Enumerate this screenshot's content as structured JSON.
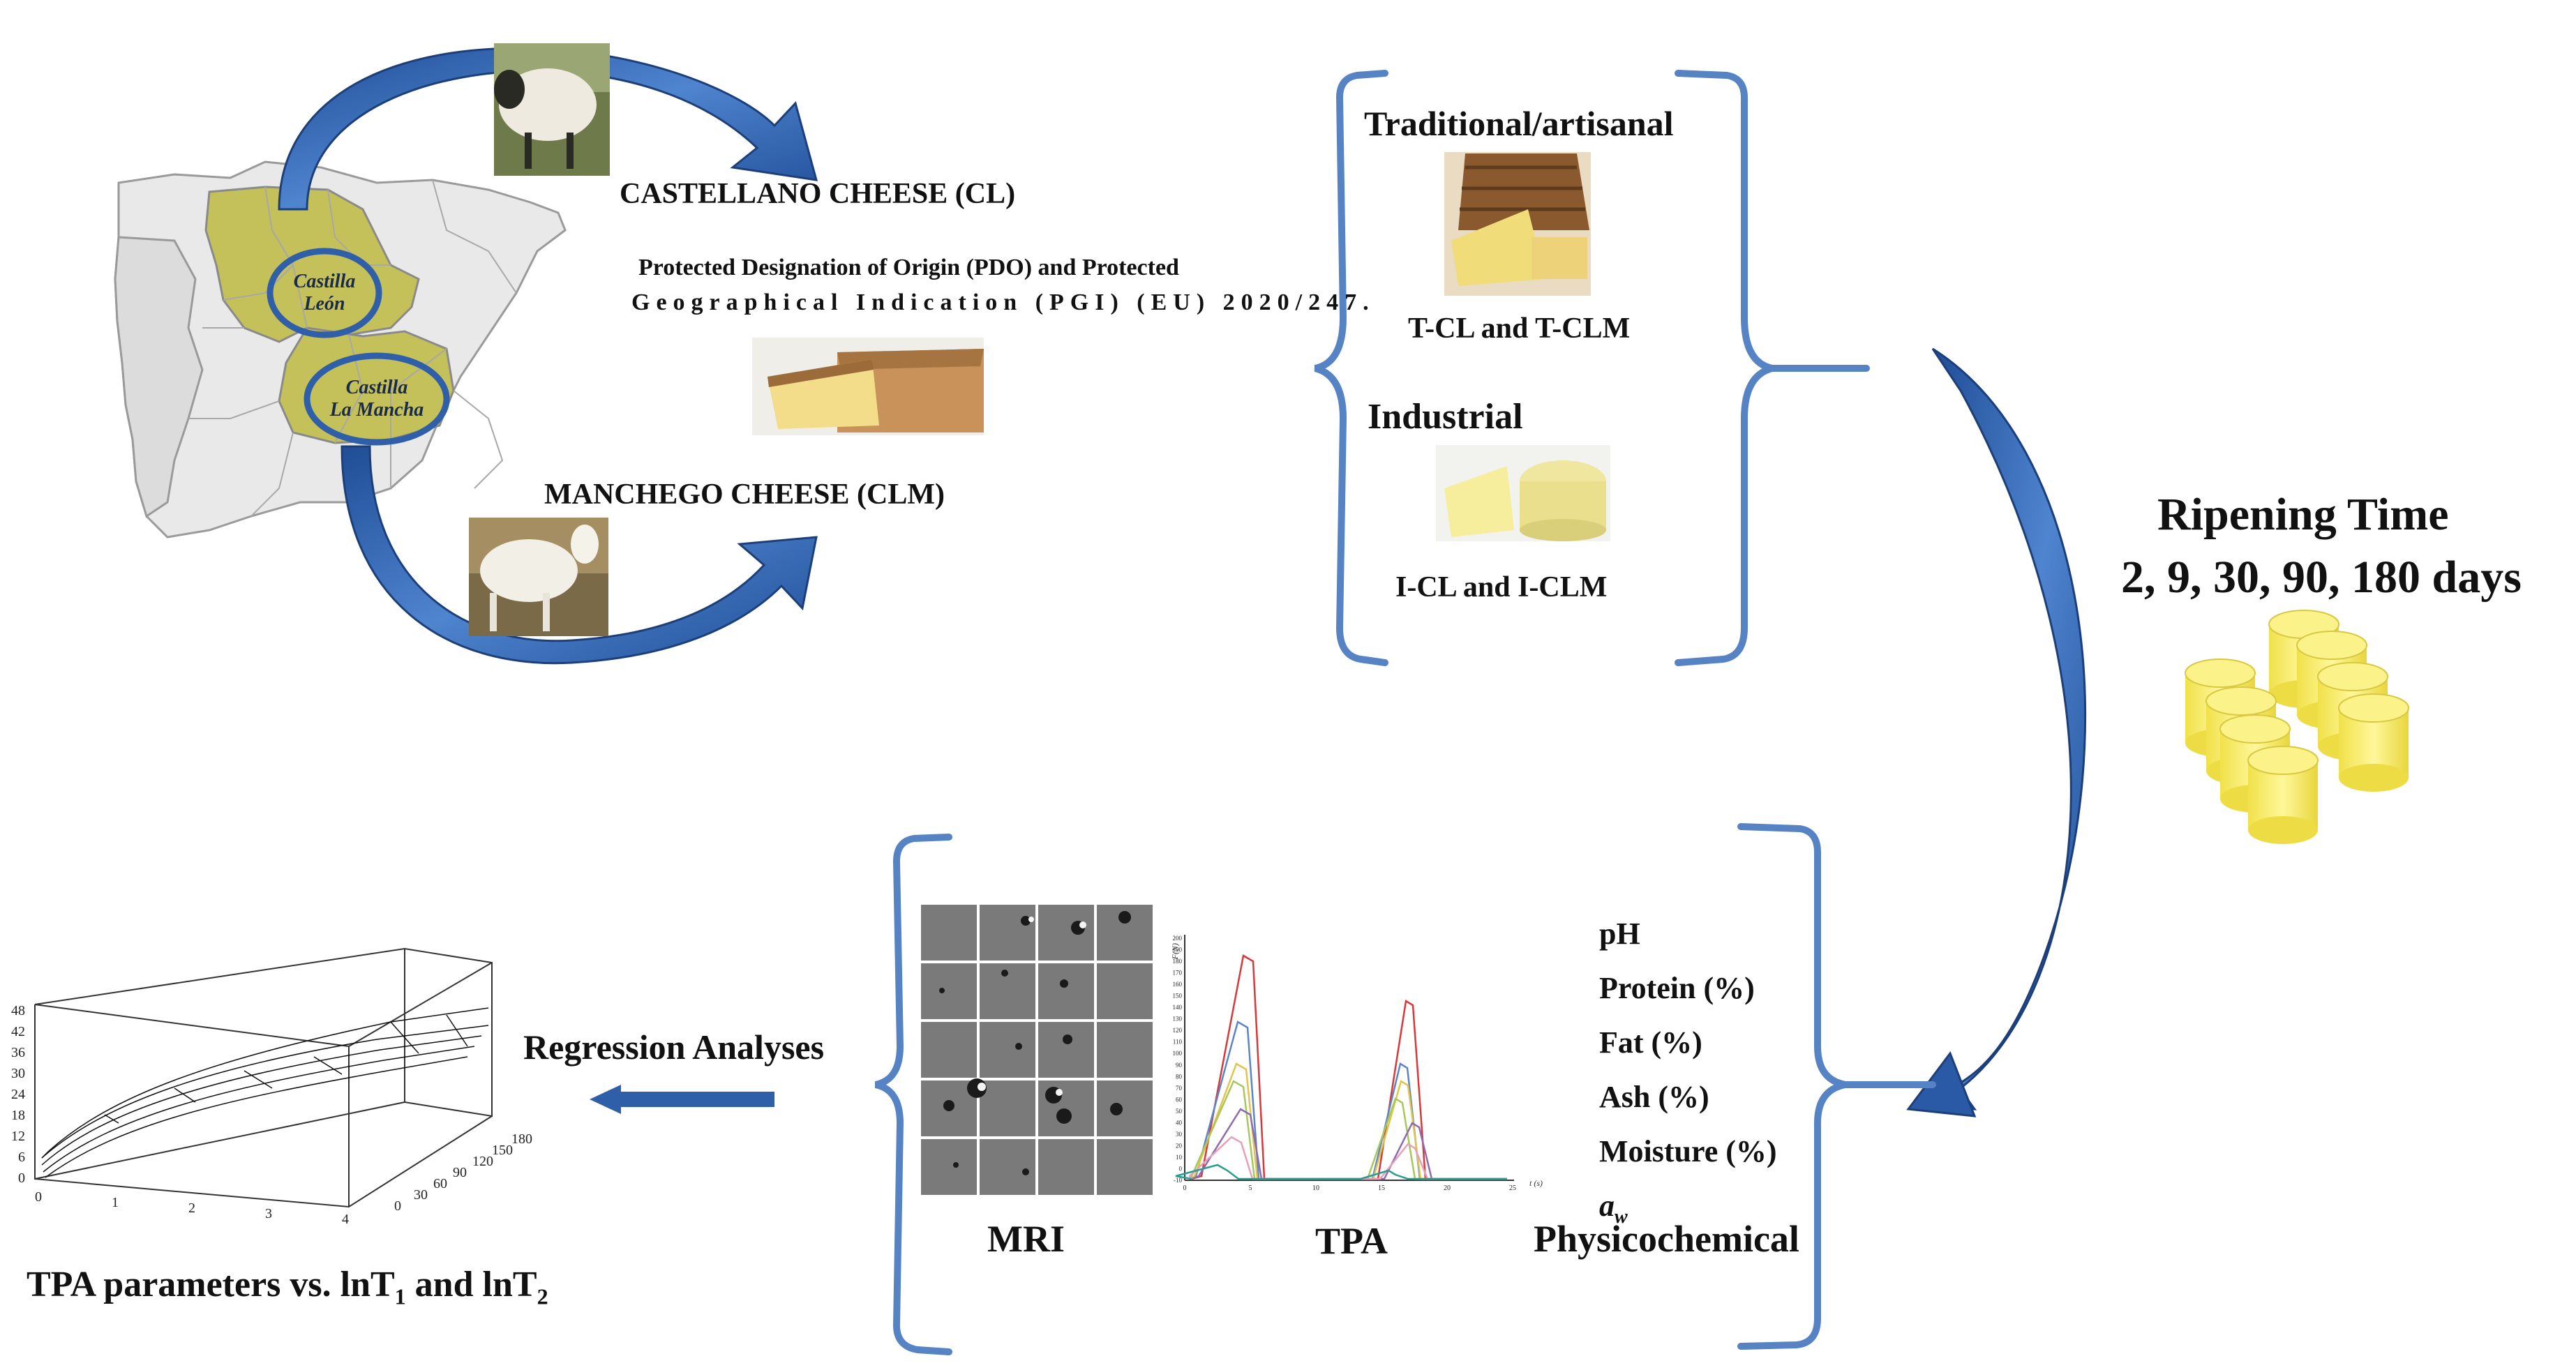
{
  "regions": {
    "castilla_leon": [
      "Castilla",
      "León"
    ],
    "castilla_la_mancha": [
      "Castilla",
      "La Mancha"
    ]
  },
  "castellano": {
    "title": "CASTELLANO CHEESE (CL)",
    "pdo_line1": "Protected Designation of Origin (PDO) and Protected",
    "pdo_line2": "Geographical Indication (PGI) (EU) 2020/247."
  },
  "manchego": {
    "title": "MANCHEGO CHEESE (CLM)"
  },
  "cheese_types": {
    "traditional_heading": "Traditional/artisanal",
    "traditional_caption": "T-CL and T-CLM",
    "industrial_heading": "Industrial",
    "industrial_caption": "I-CL and I-CLM"
  },
  "ripening": {
    "title": "Ripening Time",
    "days": "2, 9, 30, 90, 180 days"
  },
  "analyses": {
    "mri_label": "MRI",
    "tpa_label": "TPA",
    "physicochemical_label": "Physicochemical",
    "parameters": [
      "pH",
      "Protein (%)",
      "Fat (%)",
      "Ash (%)",
      "Moisture (%)"
    ],
    "aw_base": "a",
    "aw_sub": "w"
  },
  "regression": {
    "label": "Regression Analyses",
    "caption_prefix": "TPA parameters vs. lnT",
    "sub1": "1",
    "caption_mid": " and lnT",
    "sub2": "2",
    "z_ticks": [
      "48",
      "42",
      "36",
      "30",
      "24",
      "18",
      "12",
      "6",
      "0"
    ],
    "x_ticks": [
      "0",
      "1",
      "2",
      "3",
      "4"
    ],
    "y_ticks": [
      "0",
      "30",
      "60",
      "90",
      "120",
      "150",
      "180"
    ]
  },
  "tpa_chart": {
    "y_axis_label": "F(N)",
    "x_axis_label": "t (s)",
    "y_ticks": [
      "200",
      "190",
      "180",
      "170",
      "160",
      "150",
      "140",
      "130",
      "120",
      "110",
      "100",
      "90",
      "80",
      "70",
      "60",
      "50",
      "40",
      "30",
      "20",
      "10",
      "0",
      "-10"
    ],
    "x_ticks": [
      "0",
      "5",
      "10",
      "15",
      "20",
      "25"
    ]
  },
  "colors": {
    "arrow_blue": "#2f5fa8",
    "bracket_blue": "#4f7fc4",
    "region_fill": "#c4c05a",
    "cheese_yellow": "#f7f07a"
  }
}
